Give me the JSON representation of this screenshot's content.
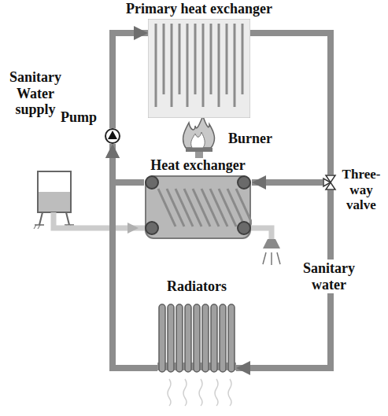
{
  "diagram": {
    "nodes": [
      {
        "text": [
          "Primary heat exchanger"
        ]
      },
      {
        "text": [
          "Pump"
        ]
      },
      {
        "text": [
          "Heat exchanger"
        ]
      },
      {
        "text": [
          "Three- way valve"
        ]
      },
      {
        "text": [
          "Radiators"
        ]
      }
    ],
    "edges": [
      {
        "from": 0,
        "to": 3,
        "arrow": "none"
      },
      {
        "from": 3,
        "to": 2,
        "arrow": "to"
      },
      {
        "from": 3,
        "to": 4,
        "arrow": "to"
      },
      {
        "from": 2,
        "to": 1,
        "arrow": "to"
      },
      {
        "from": 4,
        "to": 1,
        "arrow": "to"
      },
      {
        "from": 1,
        "to": 0,
        "arrow": "to"
      }
    ],
    "labels": [
      "Sanitary Water supply",
      "Burner",
      "Sanitary water"
    ]
  }
}
